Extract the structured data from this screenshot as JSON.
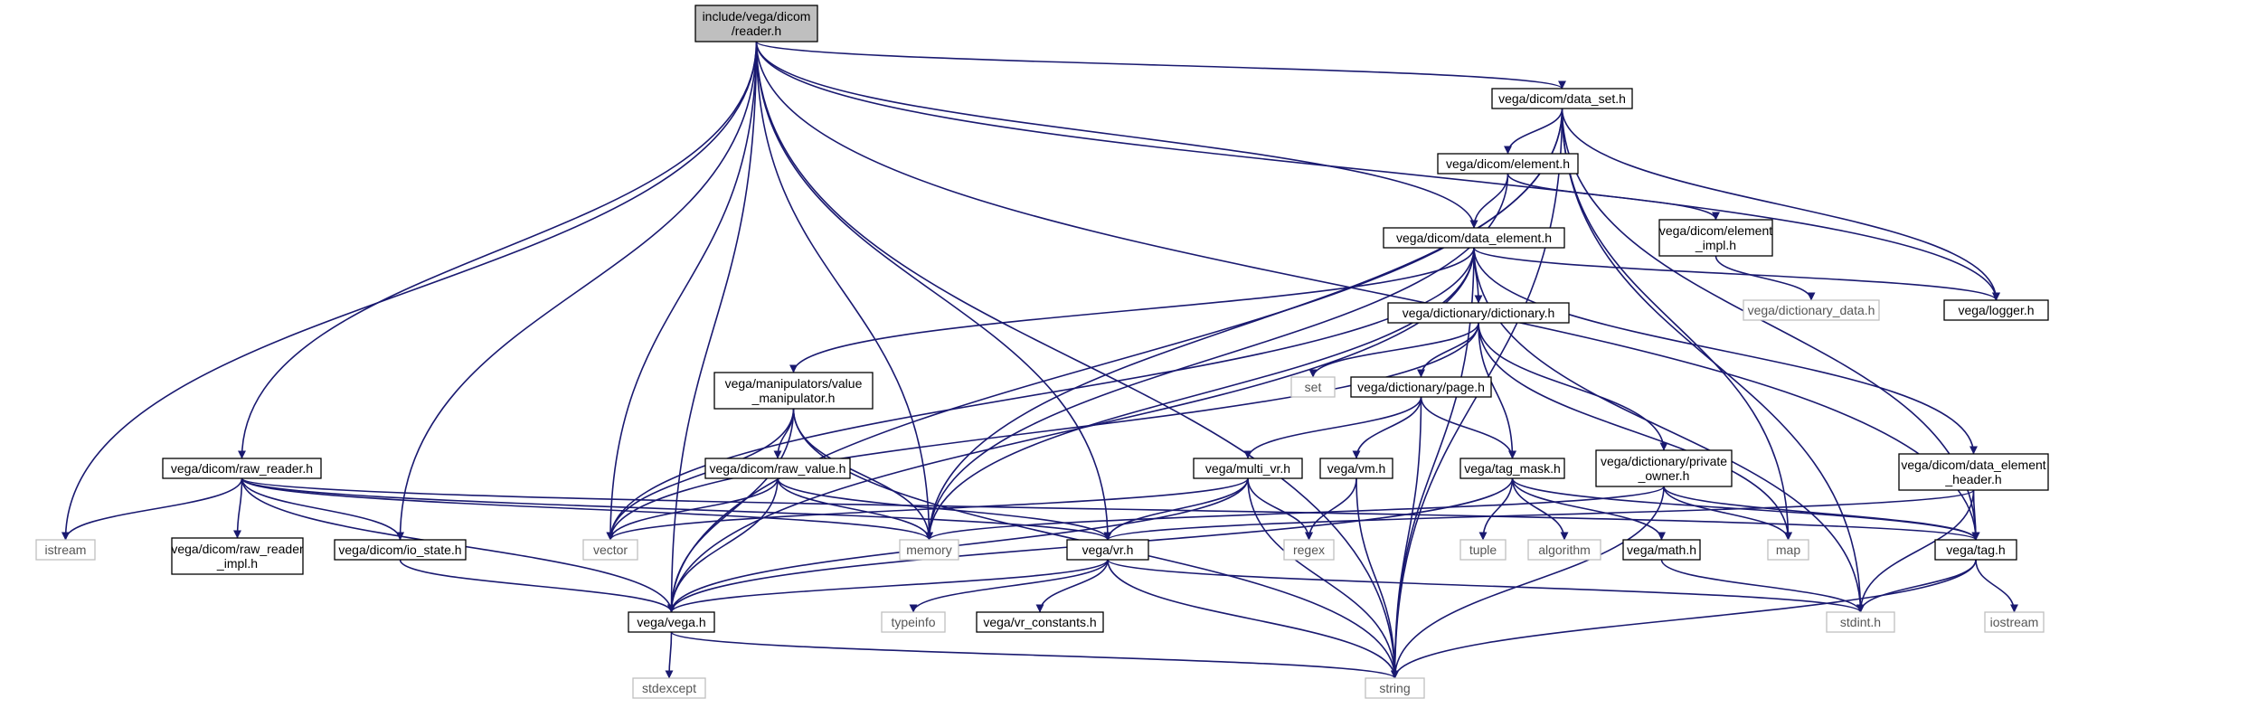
{
  "diagram_title": "",
  "colors": {
    "edge": "#191970",
    "node_border": "#000000",
    "root_fill": "#bfbfbf",
    "external_border": "#bfbfbf",
    "external_text": "#555555"
  },
  "nodes": {
    "reader": {
      "lines": [
        "include/vega/dicom",
        "/reader.h"
      ],
      "kind": "root"
    },
    "data_set": {
      "lines": [
        "vega/dicom/data_set.h"
      ],
      "kind": "local"
    },
    "element": {
      "lines": [
        "vega/dicom/element.h"
      ],
      "kind": "local"
    },
    "element_impl": {
      "lines": [
        "vega/dicom/element",
        "_impl.h"
      ],
      "kind": "local"
    },
    "data_element": {
      "lines": [
        "vega/dicom/data_element.h"
      ],
      "kind": "local"
    },
    "dictionary_data": {
      "lines": [
        "vega/dictionary_data.h"
      ],
      "kind": "external"
    },
    "logger": {
      "lines": [
        "vega/logger.h"
      ],
      "kind": "local"
    },
    "dictionary": {
      "lines": [
        "vega/dictionary/dictionary.h"
      ],
      "kind": "local"
    },
    "value_manip": {
      "lines": [
        "vega/manipulators/value",
        "_manipulator.h"
      ],
      "kind": "local"
    },
    "set": {
      "lines": [
        "set"
      ],
      "kind": "external"
    },
    "page": {
      "lines": [
        "vega/dictionary/page.h"
      ],
      "kind": "local"
    },
    "private_owner": {
      "lines": [
        "vega/dictionary/private",
        "_owner.h"
      ],
      "kind": "local"
    },
    "data_element_header": {
      "lines": [
        "vega/dicom/data_element",
        "_header.h"
      ],
      "kind": "local"
    },
    "raw_reader": {
      "lines": [
        "vega/dicom/raw_reader.h"
      ],
      "kind": "local"
    },
    "raw_value": {
      "lines": [
        "vega/dicom/raw_value.h"
      ],
      "kind": "local"
    },
    "multi_vr": {
      "lines": [
        "vega/multi_vr.h"
      ],
      "kind": "local"
    },
    "vm": {
      "lines": [
        "vega/vm.h"
      ],
      "kind": "local"
    },
    "tag_mask": {
      "lines": [
        "vega/tag_mask.h"
      ],
      "kind": "local"
    },
    "istream1": {
      "lines": [
        "istream"
      ],
      "kind": "external"
    },
    "raw_reader_impl": {
      "lines": [
        "vega/dicom/raw_reader",
        "_impl.h"
      ],
      "kind": "local"
    },
    "io_state": {
      "lines": [
        "vega/dicom/io_state.h"
      ],
      "kind": "local"
    },
    "vector": {
      "lines": [
        "vector"
      ],
      "kind": "external"
    },
    "memory": {
      "lines": [
        "memory"
      ],
      "kind": "external"
    },
    "vr": {
      "lines": [
        "vega/vr.h"
      ],
      "kind": "local"
    },
    "regex": {
      "lines": [
        "regex"
      ],
      "kind": "external"
    },
    "tuple": {
      "lines": [
        "tuple"
      ],
      "kind": "external"
    },
    "algorithm": {
      "lines": [
        "algorithm"
      ],
      "kind": "external"
    },
    "math": {
      "lines": [
        "vega/math.h"
      ],
      "kind": "local"
    },
    "map": {
      "lines": [
        "map"
      ],
      "kind": "external"
    },
    "tag": {
      "lines": [
        "vega/tag.h"
      ],
      "kind": "local"
    },
    "vega": {
      "lines": [
        "vega/vega.h"
      ],
      "kind": "local"
    },
    "typeinfo": {
      "lines": [
        "typeinfo"
      ],
      "kind": "external"
    },
    "vr_constants": {
      "lines": [
        "vega/vr_constants.h"
      ],
      "kind": "local"
    },
    "stdint": {
      "lines": [
        "stdint.h"
      ],
      "kind": "external"
    },
    "istream2": {
      "lines": [
        "iostream"
      ],
      "kind": "external"
    },
    "stdexcept": {
      "lines": [
        "stdexcept"
      ],
      "kind": "external"
    },
    "string": {
      "lines": [
        "string"
      ],
      "kind": "external"
    }
  },
  "edges": [
    [
      "reader",
      "data_set"
    ],
    [
      "reader",
      "data_element"
    ],
    [
      "reader",
      "logger"
    ],
    [
      "reader",
      "raw_reader"
    ],
    [
      "reader",
      "istream1"
    ],
    [
      "reader",
      "io_state"
    ],
    [
      "reader",
      "vector"
    ],
    [
      "reader",
      "memory"
    ],
    [
      "reader",
      "vr"
    ],
    [
      "reader",
      "tag"
    ],
    [
      "reader",
      "vega"
    ],
    [
      "reader",
      "string"
    ],
    [
      "data_set",
      "element"
    ],
    [
      "data_set",
      "logger"
    ],
    [
      "data_set",
      "memory"
    ],
    [
      "data_set",
      "map"
    ],
    [
      "data_set",
      "tag"
    ],
    [
      "data_set",
      "vega"
    ],
    [
      "data_set",
      "stdint"
    ],
    [
      "data_set",
      "string"
    ],
    [
      "element",
      "data_element"
    ],
    [
      "element",
      "element_impl"
    ],
    [
      "element",
      "memory"
    ],
    [
      "element_impl",
      "dictionary_data"
    ],
    [
      "data_element",
      "dictionary"
    ],
    [
      "data_element",
      "logger"
    ],
    [
      "data_element",
      "value_manip"
    ],
    [
      "data_element",
      "data_element_header"
    ],
    [
      "data_element",
      "vector"
    ],
    [
      "data_element",
      "memory"
    ],
    [
      "data_element",
      "vega"
    ],
    [
      "data_element",
      "stdint"
    ],
    [
      "data_element",
      "string"
    ],
    [
      "dictionary",
      "set"
    ],
    [
      "dictionary",
      "page"
    ],
    [
      "dictionary",
      "tag_mask"
    ],
    [
      "dictionary",
      "private_owner"
    ],
    [
      "dictionary",
      "map"
    ],
    [
      "dictionary",
      "vector"
    ],
    [
      "value_manip",
      "raw_value"
    ],
    [
      "value_manip",
      "vector"
    ],
    [
      "value_manip",
      "memory"
    ],
    [
      "value_manip",
      "vega"
    ],
    [
      "value_manip",
      "string"
    ],
    [
      "page",
      "multi_vr"
    ],
    [
      "page",
      "vm"
    ],
    [
      "page",
      "tag_mask"
    ],
    [
      "page",
      "string"
    ],
    [
      "private_owner",
      "map"
    ],
    [
      "private_owner",
      "tag"
    ],
    [
      "private_owner",
      "string"
    ],
    [
      "private_owner",
      "memory"
    ],
    [
      "data_element_header",
      "vr"
    ],
    [
      "data_element_header",
      "tag"
    ],
    [
      "data_element_header",
      "stdint"
    ],
    [
      "raw_reader",
      "istream1"
    ],
    [
      "raw_reader",
      "raw_reader_impl"
    ],
    [
      "raw_reader",
      "io_state"
    ],
    [
      "raw_reader",
      "memory"
    ],
    [
      "raw_reader",
      "vr"
    ],
    [
      "raw_reader",
      "tag"
    ],
    [
      "raw_reader",
      "vega"
    ],
    [
      "raw_value",
      "vector"
    ],
    [
      "raw_value",
      "memory"
    ],
    [
      "raw_value",
      "vr"
    ],
    [
      "raw_value",
      "vega"
    ],
    [
      "multi_vr",
      "vr"
    ],
    [
      "multi_vr",
      "regex"
    ],
    [
      "multi_vr",
      "vector"
    ],
    [
      "multi_vr",
      "string"
    ],
    [
      "multi_vr",
      "vega"
    ],
    [
      "vm",
      "regex"
    ],
    [
      "vm",
      "string"
    ],
    [
      "tag_mask",
      "tuple"
    ],
    [
      "tag_mask",
      "algorithm"
    ],
    [
      "tag_mask",
      "math"
    ],
    [
      "tag_mask",
      "tag"
    ],
    [
      "tag_mask",
      "vega"
    ],
    [
      "io_state",
      "vega"
    ],
    [
      "vr",
      "vega"
    ],
    [
      "vr",
      "typeinfo"
    ],
    [
      "vr",
      "vr_constants"
    ],
    [
      "vr",
      "stdint"
    ],
    [
      "vr",
      "string"
    ],
    [
      "math",
      "stdint"
    ],
    [
      "tag",
      "stdint"
    ],
    [
      "tag",
      "istream2"
    ],
    [
      "tag",
      "string"
    ],
    [
      "vega",
      "stdexcept"
    ],
    [
      "vega",
      "string"
    ]
  ]
}
